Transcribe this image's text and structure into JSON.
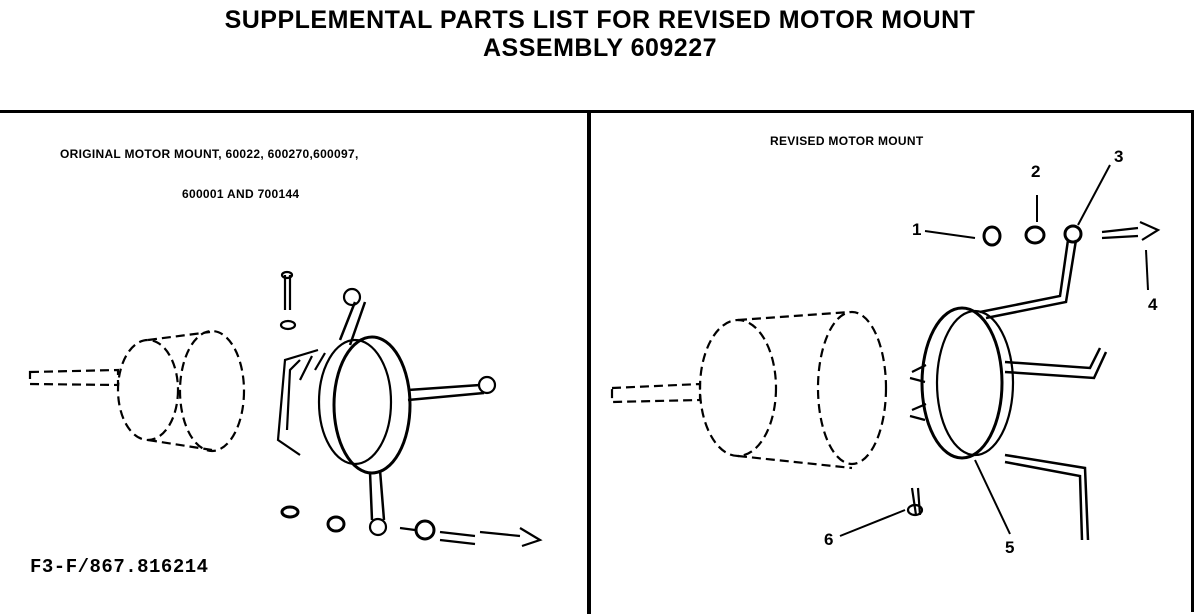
{
  "title": {
    "line1": "SUPPLEMENTAL PARTS LIST FOR REVISED MOTOR MOUNT",
    "line2": "ASSEMBLY 609227"
  },
  "left_panel": {
    "caption_line1": "ORIGINAL MOTOR MOUNT, 60022, 600270,600097,",
    "caption_line2": "600001 AND 700144",
    "figure_code": "F3-F/867.816214"
  },
  "right_panel": {
    "caption": "REVISED MOTOR MOUNT",
    "callouts": [
      "1",
      "2",
      "3",
      "4",
      "5",
      "6"
    ]
  }
}
